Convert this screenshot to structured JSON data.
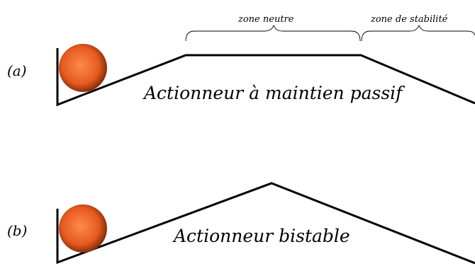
{
  "panels": [
    {
      "tag": "(a)",
      "title": "Actionneur à maintien passif",
      "zones": [
        "zone neutre",
        "zone de stabilité"
      ]
    },
    {
      "tag": "(b)",
      "title": "Actionneur bistable"
    }
  ],
  "colors": {
    "line": "#000000",
    "ball_light": "#ff8a4a",
    "ball_mid": "#e65a20",
    "ball_dark": "#8a3008"
  }
}
